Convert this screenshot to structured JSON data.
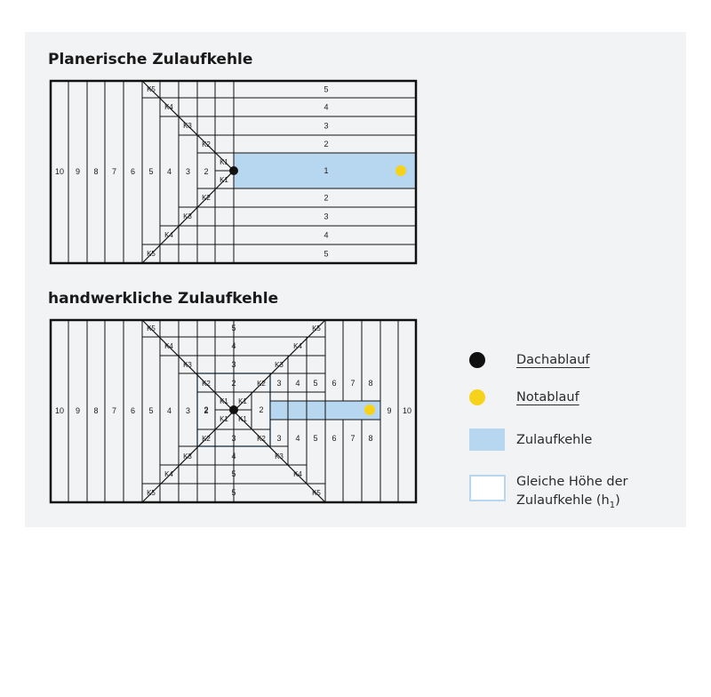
{
  "diagram1": {
    "title": "Planerische Zulaufkehle",
    "vertical_labels": [
      "10",
      "9",
      "8",
      "7",
      "6",
      "5",
      "4",
      "3",
      "2"
    ],
    "row_labels_top": [
      "5",
      "4",
      "3",
      "2"
    ],
    "row_label_center": "1",
    "row_labels_bottom": [
      "2",
      "3",
      "4",
      "5"
    ],
    "k_labels": [
      "K5",
      "K4",
      "K3",
      "K2",
      "K1",
      "K1",
      "K2",
      "K3",
      "K4",
      "K5"
    ]
  },
  "diagram2": {
    "title": "handwerkliche Zulaufkehle",
    "left_labels": [
      "10",
      "9",
      "8",
      "7",
      "6",
      "5",
      "4",
      "3",
      "2"
    ],
    "right_labels_top": [
      "3",
      "4",
      "5",
      "6",
      "7",
      "8"
    ],
    "right_labels_bottom": [
      "3",
      "4",
      "5",
      "6",
      "7",
      "8"
    ],
    "right_tail_labels": [
      "9",
      "10"
    ],
    "row_labels": [
      "5",
      "4",
      "3",
      "2",
      "2",
      "2",
      "3",
      "4",
      "5"
    ],
    "k_labels": [
      "K5",
      "K5",
      "K4",
      "K4",
      "K3",
      "K3",
      "K2",
      "K2",
      "K1",
      "K1",
      "K1",
      "K1",
      "K2",
      "K2",
      "K3",
      "K3",
      "K4",
      "K4",
      "K5",
      "K5"
    ]
  },
  "legend": {
    "dachablauf": "Dachablauf",
    "notablauf": "Notablauf",
    "zulaufkehle": "Zulaufkehle",
    "gleiche_hoehe_line1": "Gleiche Höhe der",
    "gleiche_hoehe_line2": "Zulaufkehle (h",
    "gleiche_hoehe_sub": "1",
    "gleiche_hoehe_close": ")"
  },
  "colors": {
    "drain": "#111111",
    "emergency_drain": "#f6d21b",
    "channel": "#b7d6ef",
    "outline": "#111111"
  }
}
